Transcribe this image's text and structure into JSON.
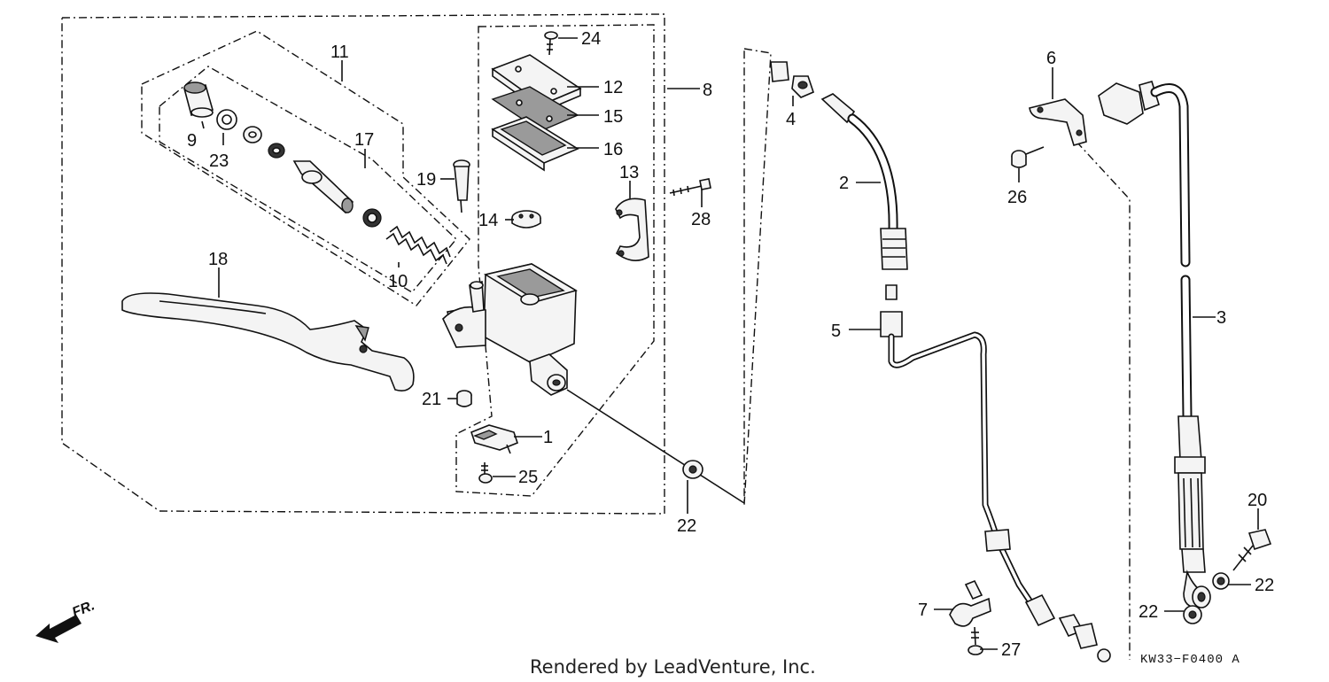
{
  "diagram": {
    "callouts": [
      {
        "id": "1",
        "label": "1"
      },
      {
        "id": "2",
        "label": "2"
      },
      {
        "id": "3",
        "label": "3"
      },
      {
        "id": "4",
        "label": "4"
      },
      {
        "id": "5",
        "label": "5"
      },
      {
        "id": "6",
        "label": "6"
      },
      {
        "id": "7",
        "label": "7"
      },
      {
        "id": "8",
        "label": "8"
      },
      {
        "id": "9",
        "label": "9"
      },
      {
        "id": "10",
        "label": "10"
      },
      {
        "id": "11",
        "label": "11"
      },
      {
        "id": "12",
        "label": "12"
      },
      {
        "id": "13",
        "label": "13"
      },
      {
        "id": "14",
        "label": "14"
      },
      {
        "id": "15",
        "label": "15"
      },
      {
        "id": "16",
        "label": "16"
      },
      {
        "id": "17",
        "label": "17"
      },
      {
        "id": "18",
        "label": "18"
      },
      {
        "id": "19",
        "label": "19"
      },
      {
        "id": "20",
        "label": "20"
      },
      {
        "id": "21",
        "label": "21"
      },
      {
        "id": "22a",
        "label": "22"
      },
      {
        "id": "22b",
        "label": "22"
      },
      {
        "id": "22c",
        "label": "22"
      },
      {
        "id": "23",
        "label": "23"
      },
      {
        "id": "24",
        "label": "24"
      },
      {
        "id": "25",
        "label": "25"
      },
      {
        "id": "26",
        "label": "26"
      },
      {
        "id": "27",
        "label": "27"
      },
      {
        "id": "28",
        "label": "28"
      }
    ],
    "direction_indicator": "FR.",
    "diagram_code": "KW33−F0400 A",
    "credit": "Rendered by LeadVenture, Inc."
  }
}
